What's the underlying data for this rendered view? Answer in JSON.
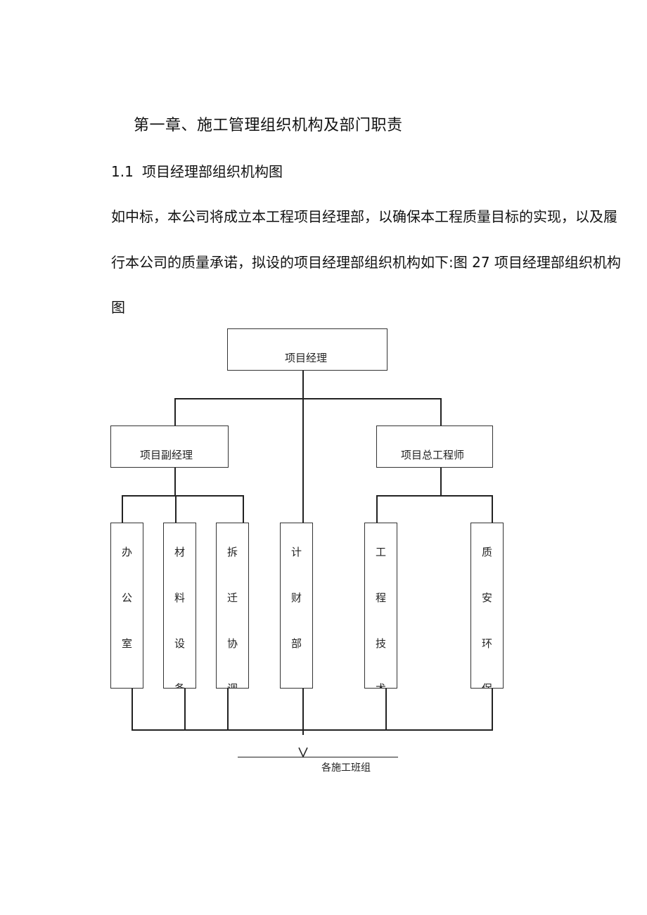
{
  "heading": {
    "chapter": "第一章、施工管理组织机构及部门职责",
    "section_number": "1.1",
    "section_title": "项目经理部组织机构图"
  },
  "paragraph": {
    "line1": "如中标，本公司将成立本工程项目经理部，以确保本工程质量目标的实现，以及履",
    "line2": "行本公司的质量承诺，拟设的项目经理部组织机构如下:图 27 项目经理部组织机构",
    "line3": "图"
  },
  "org_chart": {
    "top": "项目经理",
    "deputy": "项目副经理",
    "chief_engineer": "项目总工程师",
    "departments": [
      {
        "chars": [
          "办",
          "公",
          "室"
        ]
      },
      {
        "chars": [
          "材",
          "料",
          "设",
          "备"
        ]
      },
      {
        "chars": [
          "拆",
          "迁",
          "协",
          "调"
        ]
      },
      {
        "chars": [
          "计",
          "财",
          "部"
        ]
      },
      {
        "chars": [
          "工",
          "程",
          "技",
          "术"
        ]
      },
      {
        "chars": [
          "质",
          "安",
          "环",
          "保"
        ]
      }
    ],
    "bottom": "各施工班组"
  }
}
